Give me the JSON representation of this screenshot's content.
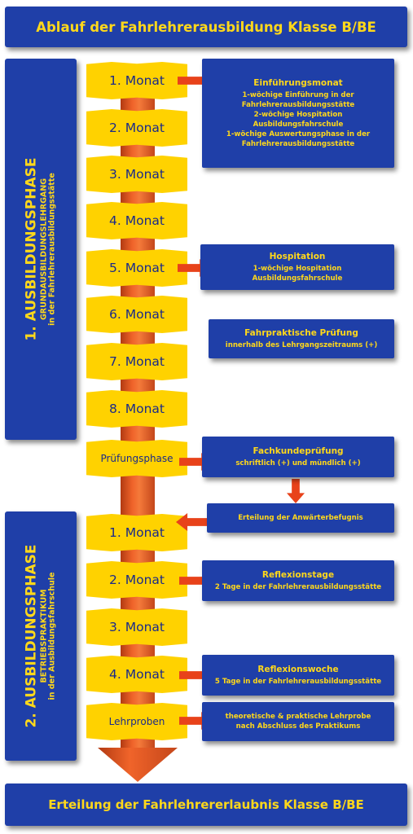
{
  "header": {
    "title": "Ablauf der Fahrlehrerausbildung Klasse B/BE"
  },
  "footer": {
    "title": "Erteilung der Fahrlehrererlaubnis Klasse B/BE"
  },
  "phase1": {
    "title": "1. AUSBILDUNGSPHASE",
    "subtitle": "GRUNDAUSBILDUNGSLEHRGANG",
    "subtitle2": "in der Fahrlehrerausbildungsstätte"
  },
  "phase2": {
    "title": "2. AUSBILDUNGSPHASE",
    "subtitle": "BETRIEBSPRAKTIKUM",
    "subtitle2": "in der Ausbildungsfahrschule"
  },
  "steps": [
    "1. Monat",
    "2. Monat",
    "3. Monat",
    "4. Monat",
    "5. Monat",
    "6. Monat",
    "7. Monat",
    "8. Monat",
    "Prüfungsphase",
    "1. Monat",
    "2. Monat",
    "3. Monat",
    "4. Monat",
    "Lehrproben"
  ],
  "notes": {
    "einfuehrung": {
      "title": "Einführungsmonat",
      "l1": "1-wöchige Einführung in der",
      "l2": "Fahrlehrerausbildungsstätte",
      "l3": "2-wöchige Hospitation",
      "l4": "Ausbildungsfahrschule",
      "l5": "1-wöchige Auswertungsphase in der",
      "l6": "Fahrlehrerausbildungsstätte"
    },
    "hospitation": {
      "title": "Hospitation",
      "l1": "1-wöchige Hospitation",
      "l2": "Ausbildungsfahrschule"
    },
    "fahrpraktisch": {
      "title": "Fahrpraktische Prüfung",
      "l1": "innerhalb des Lehrgangszeitraums (+)"
    },
    "fachkunde": {
      "title": "Fachkundeprüfung",
      "l1": "schriftlich (+) und mündlich (+)"
    },
    "anwaerter": {
      "l1": "Erteilung der Anwärterbefugnis"
    },
    "reflexionstage": {
      "title": "Reflexionstage",
      "l1": "2 Tage in der Fahrlehrerausbildungsstätte"
    },
    "reflexionswoche": {
      "title": "Reflexionswoche",
      "l1": "5 Tage in der Fahrlehrerausbildungsstätte"
    },
    "lehrprobe": {
      "l1": "theoretische & praktische Lehrprobe",
      "l2": "nach Abschluss des Praktikums"
    }
  },
  "colors": {
    "blue": "#1f3fa8",
    "yellow": "#ffd200",
    "text_yellow": "#ffd81a",
    "arrow": "#e8421a"
  }
}
